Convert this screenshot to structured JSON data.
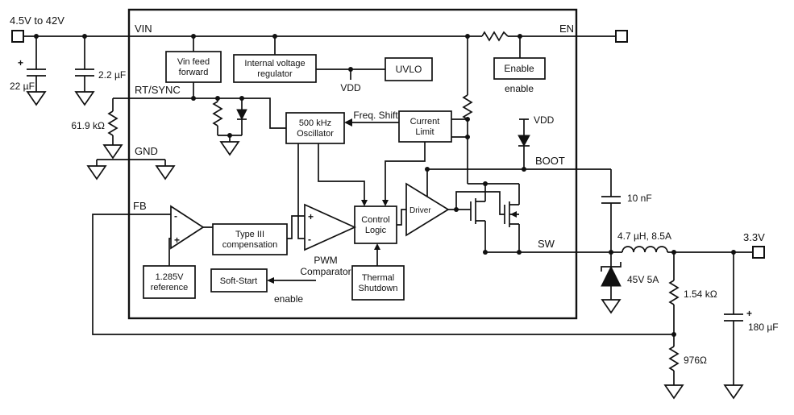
{
  "io": {
    "input_voltage_label": "4.5V to 42V",
    "output_voltage_label": "3.3V"
  },
  "pins": {
    "vin": "VIN",
    "rt_sync": "RT/SYNC",
    "gnd": "GND",
    "fb": "FB",
    "en": "EN",
    "boot": "BOOT",
    "sw": "SW"
  },
  "blocks": {
    "vin_feed_forward": {
      "line1": "Vin feed",
      "line2": "forward"
    },
    "internal_regulator": {
      "line1": "Internal voltage",
      "line2": "regulator"
    },
    "uvlo": {
      "label": "UVLO"
    },
    "enable": {
      "label": "Enable"
    },
    "oscillator": {
      "line1": "500 kHz",
      "line2": "Oscillator"
    },
    "current_limit": {
      "line1": "Current",
      "line2": "Limit"
    },
    "compensation": {
      "line1": "Type III",
      "line2": "compensation"
    },
    "reference": {
      "line1": "1.285V",
      "line2": "reference"
    },
    "soft_start": {
      "label": "Soft-Start"
    },
    "control_logic": {
      "line1": "Control",
      "line2": "Logic"
    },
    "thermal_shutdown": {
      "line1": "Thermal",
      "line2": "Shutdown"
    },
    "driver": {
      "label": "Driver"
    },
    "pwm_comparator": {
      "line1": "PWM",
      "line2": "Comparator"
    }
  },
  "signals": {
    "vdd_center": "VDD",
    "vdd_right": "VDD",
    "freq_shift": "Freq. Shift",
    "enable_out": "enable",
    "enable_in": "enable",
    "amp_minus": "-",
    "amp_plus": "+",
    "pwm_plus": "+",
    "pwm_minus": "-"
  },
  "components": {
    "input_bulk_cap": "22 µF",
    "input_bulk_cap_polarity": "+",
    "input_ceramic_cap": "2.2 µF",
    "rt_resistor": "61.9 kΩ",
    "boot_cap": "10 nF",
    "inductor": "4.7 µH, 8.5A",
    "catch_diode": "45V 5A",
    "fb_resistor_top": "1.54 kΩ",
    "fb_resistor_bottom": "976Ω",
    "output_cap": "180 µF",
    "output_cap_polarity": "+"
  },
  "colors": {
    "stroke": "#111111",
    "background": "#ffffff"
  }
}
